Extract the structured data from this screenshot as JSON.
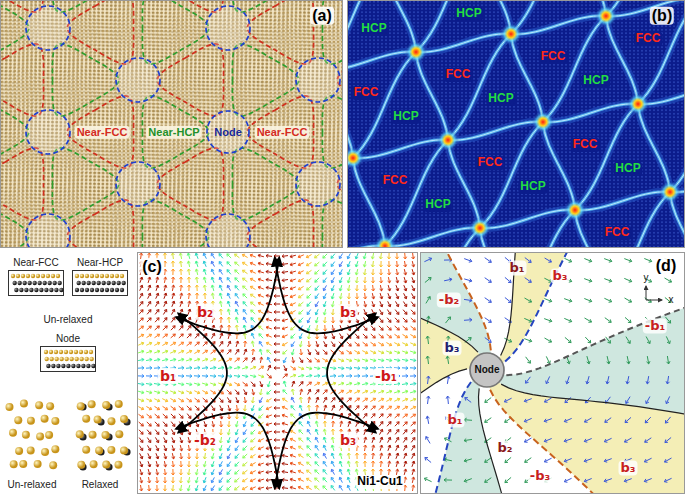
{
  "diagram": {
    "nodes": [
      {
        "text": [
          "Node"
        ]
      },
      {
        "text": [
          "Near-FCC"
        ]
      },
      {
        "text": [
          "Near-HCP"
        ]
      },
      {
        "text": [
          "Node"
        ]
      },
      {
        "text": [
          "Node"
        ]
      }
    ],
    "labels": [
      "(a)",
      "Near-FCC",
      "Near-HCP",
      "Near-FCC",
      "Un-relaxed",
      "Un-relaxed",
      "Relaxed",
      "(b)",
      "HCP",
      "HCP",
      "FCC",
      "FCC",
      "FCC",
      "HCP",
      "FCC",
      "HCP",
      "HCP",
      "FCC",
      "FCC",
      "HCP",
      "FCC",
      "HCP",
      "HCP",
      "FCC",
      "(c)",
      "b₂",
      "b₃",
      "b₁",
      "-b₁",
      "-b₂",
      "b₃",
      "Ni1-Cu1",
      "(d)",
      "y",
      "x",
      "b₁",
      "b₃",
      "-b₂",
      "-b₁",
      "b₃",
      "b₁",
      "b₂",
      "-b₃",
      "b₃"
    ]
  }
}
